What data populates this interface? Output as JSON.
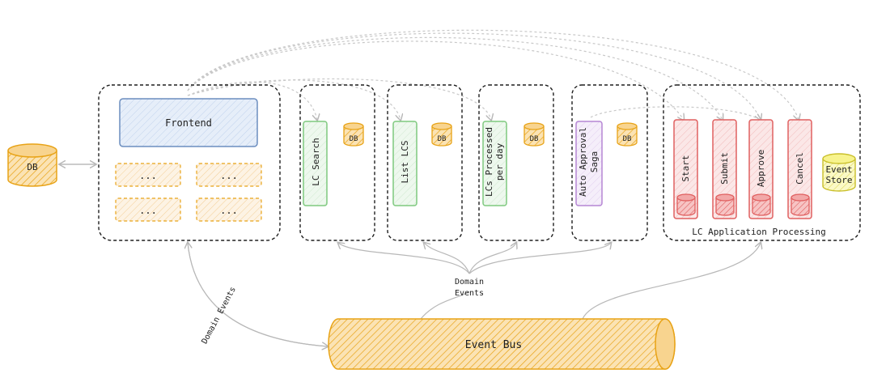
{
  "db_left": "DB",
  "frontend": {
    "title": "Frontend",
    "placeholders": [
      "...",
      "...",
      "...",
      "..."
    ]
  },
  "services": [
    {
      "label": "LC Search",
      "db": "DB"
    },
    {
      "label": "List LCS",
      "db": "DB"
    },
    {
      "label_lines": [
        "LCs Processed",
        "per day"
      ],
      "db": "DB"
    },
    {
      "label_lines": [
        "Auto Approval",
        "Saga"
      ],
      "db": "DB"
    }
  ],
  "lc_processing": {
    "title": "LC Application Processing",
    "commands": [
      "Start",
      "Submit",
      "Approve",
      "Cancel"
    ],
    "event_store": [
      "Event",
      "Store"
    ]
  },
  "domain_events_center": [
    "Domain",
    "Events"
  ],
  "domain_events_left": "Domain Events",
  "event_bus": "Event Bus",
  "colors": {
    "orange_stroke": "#e8a317",
    "orange_fill": "#f5c56b",
    "green_stroke": "#7fc97f",
    "purple_stroke": "#b586d4",
    "red_stroke": "#e06060",
    "red_fill": "#f2a8a8",
    "blue_stroke": "#6c8ebf",
    "yellow_fill": "#f7f38d"
  }
}
